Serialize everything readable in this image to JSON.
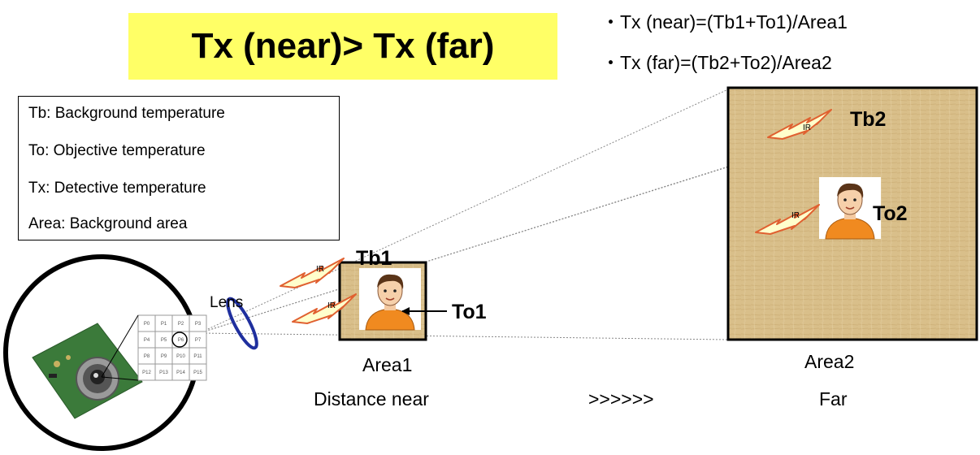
{
  "title": "Tx (near)> Tx (far)",
  "formulas": [
    "・Tx (near)=(Tb1+To1)/Area1",
    "・Tx (far)=(Tb2+To2)/Area2"
  ],
  "legend": [
    "Tb: Background temperature",
    "To: Objective temperature",
    "Tx: Detective temperature",
    "Area: Background area"
  ],
  "labels": {
    "lens": "Lens",
    "tb1": "Tb1",
    "to1": "To1",
    "tb2": "Tb2",
    "to2": "To2",
    "ir": "IR",
    "area1": "Area1",
    "distance_near": "Distance  near",
    "arrows": ">>>>>>",
    "area2": "Area2",
    "far": "Far"
  },
  "sensor_grid": [
    [
      "P0",
      "P1",
      "P2",
      "P3"
    ],
    [
      "P4",
      "P5",
      "P6",
      "P7"
    ],
    [
      "P8",
      "P9",
      "P10",
      "P11"
    ],
    [
      "P12",
      "P13",
      "P14",
      "P15"
    ]
  ],
  "colors": {
    "title_bg": "#ffff66",
    "board_bg": "#dcc08a",
    "lens_stroke": "#1f2f9e",
    "ir_fill": "#ffffcc",
    "ir_stroke": "#e06030",
    "person_shirt": "#f08a20"
  }
}
